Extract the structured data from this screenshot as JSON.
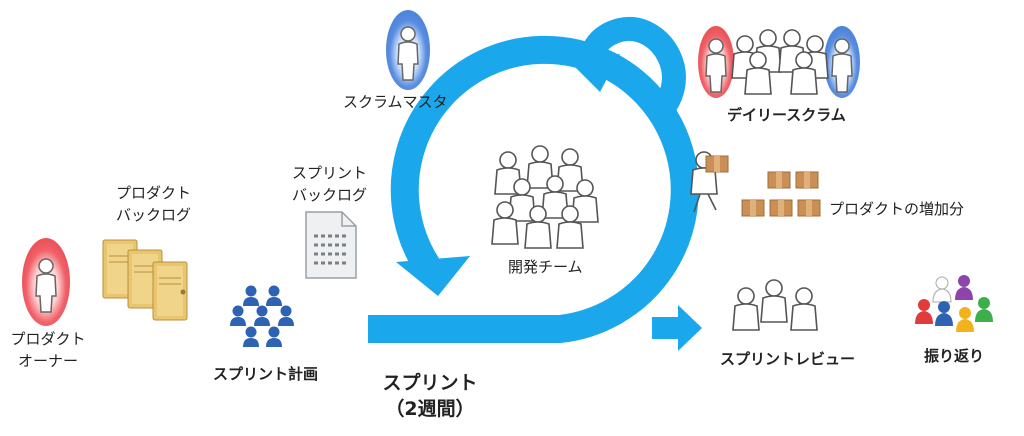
{
  "colors": {
    "accent": "#1aa7ec",
    "aura_red": "#e8333c",
    "aura_blue": "#2f6fd0",
    "team_blue": "#2e63b4",
    "folder": "#e8c56e",
    "box": "#c98f55"
  },
  "roles": {
    "scrum_master": "スクラムマスタ",
    "product_owner_line1": "プロダクト",
    "product_owner_line2": "オーナー",
    "dev_team": "開発チーム"
  },
  "artifacts": {
    "product_backlog_line1": "プロダクト",
    "product_backlog_line2": "バックログ",
    "sprint_backlog_line1": "スプリント",
    "sprint_backlog_line2": "バックログ",
    "increment": "プロダクトの増加分"
  },
  "events": {
    "sprint_planning": "スプリント計画",
    "sprint_line1": "スプリント",
    "sprint_line2": "（2週間）",
    "daily_scrum": "デイリースクラム",
    "sprint_review": "スプリントレビュー",
    "retrospective": "振り返り"
  },
  "icons": [
    "person-icon",
    "folder-icon",
    "document-icon",
    "box-icon",
    "team-icon",
    "pawn-icon",
    "loop-arrow-icon",
    "right-arrow-icon"
  ]
}
